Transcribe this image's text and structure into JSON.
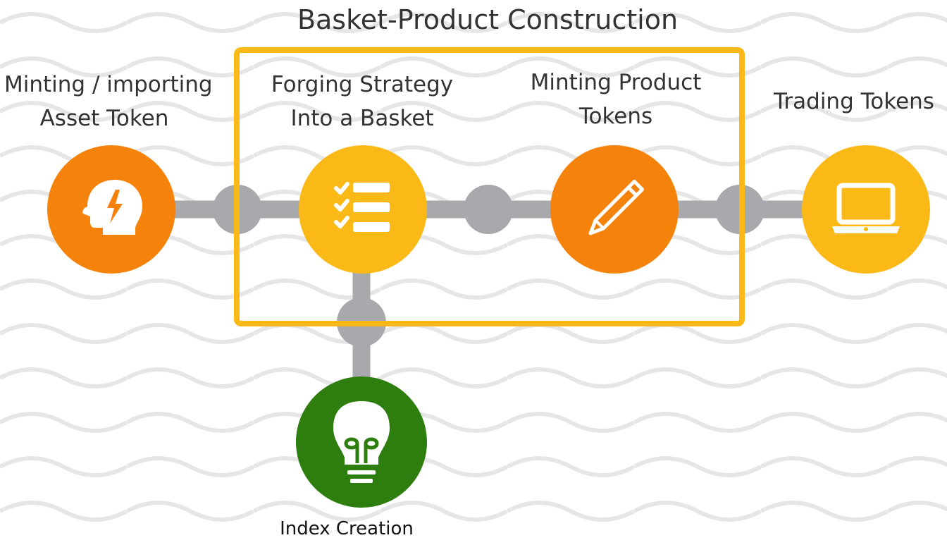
{
  "title": "Basket-Product Construction",
  "steps": [
    {
      "line1": "Minting / importing",
      "line2": "Asset Token",
      "icon": "brain-lightning-icon",
      "color": "#F5820A"
    },
    {
      "line1": "Forging Strategy",
      "line2": "Into a Basket",
      "icon": "checklist-icon",
      "color": "#FBB917"
    },
    {
      "line1": "Minting Product",
      "line2": "Tokens",
      "icon": "pencil-icon",
      "color": "#F5820A"
    },
    {
      "line1": "Trading Tokens",
      "line2": "",
      "icon": "laptop-icon",
      "color": "#FBB917"
    }
  ],
  "branch": {
    "label": "Index Creation",
    "icon": "lightbulb-icon",
    "color": "#2E7D0F"
  },
  "colors": {
    "connector": "#A7A9AC",
    "highlight_box": "#FBB917",
    "wave": "#E6E6E6",
    "text": "#333333"
  }
}
